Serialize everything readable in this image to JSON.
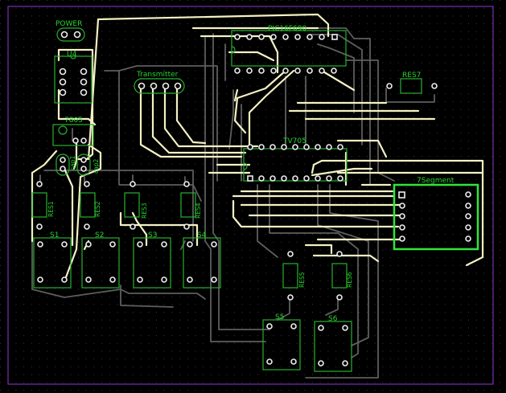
{
  "board": {
    "colors": {
      "background": "#000000",
      "grid_dot": "#3a3a3a",
      "board_edge": "#7a2fb4",
      "silkscreen": "#27d430",
      "top_trace": "#f4f1c4",
      "bottom_trace": "#5e5e5e",
      "pad": "#ededed"
    },
    "components": {
      "power": "POWER",
      "u4": "U4",
      "reg": "7805",
      "cap1": "cap1",
      "cap2": "cap2",
      "transmitter": "Transmitter",
      "pic": "PIC16F690",
      "ic2": "TV705",
      "res1": "RES1",
      "res2": "RES2",
      "res3": "RES3",
      "res4": "RES4",
      "res5": "RES5",
      "res6": "RES6",
      "res7": "RES7",
      "s1": "S1",
      "s2": "S2",
      "s3": "S3",
      "s4": "S4",
      "s5": "S5",
      "s6": "S6",
      "seg": "7Segment"
    }
  }
}
